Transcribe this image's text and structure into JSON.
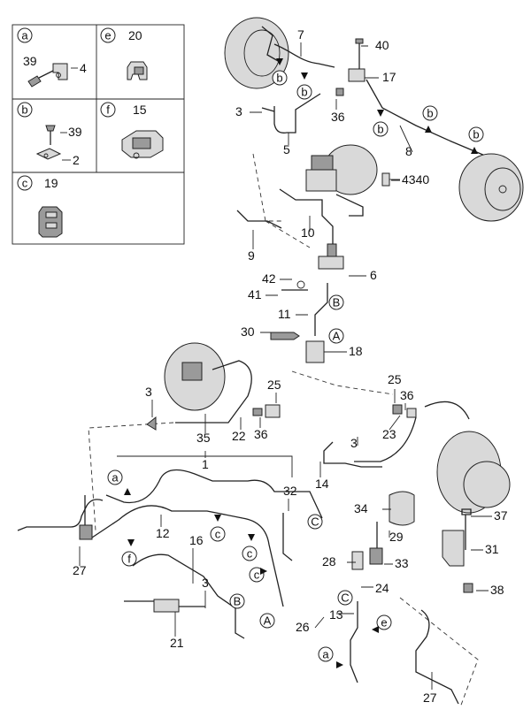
{
  "legend": {
    "cells": [
      {
        "letter": "a",
        "number": "",
        "labels": [
          "39",
          "4"
        ]
      },
      {
        "letter": "e",
        "number": "20",
        "labels": []
      },
      {
        "letter": "b",
        "number": "",
        "labels": [
          "39",
          "2"
        ]
      },
      {
        "letter": "f",
        "number": "15",
        "labels": []
      },
      {
        "letter": "c",
        "number": "19",
        "labels": []
      }
    ]
  },
  "callouts": [
    "7",
    "40",
    "17",
    "3",
    "36",
    "5",
    "8",
    "4340",
    "10",
    "9",
    "42",
    "6",
    "41",
    "11",
    "30",
    "18",
    "25",
    "3",
    "36",
    "22",
    "35",
    "1",
    "3",
    "25",
    "36",
    "23",
    "14",
    "32",
    "12",
    "16",
    "3",
    "27",
    "21",
    "34",
    "29",
    "37",
    "28",
    "33",
    "31",
    "24",
    "38",
    "13",
    "26",
    "27"
  ],
  "circle_letters": [
    "b",
    "b",
    "b",
    "b",
    "b",
    "B",
    "A",
    "a",
    "c",
    "C",
    "c",
    "c",
    "f",
    "B",
    "A",
    "C",
    "a",
    "e"
  ]
}
